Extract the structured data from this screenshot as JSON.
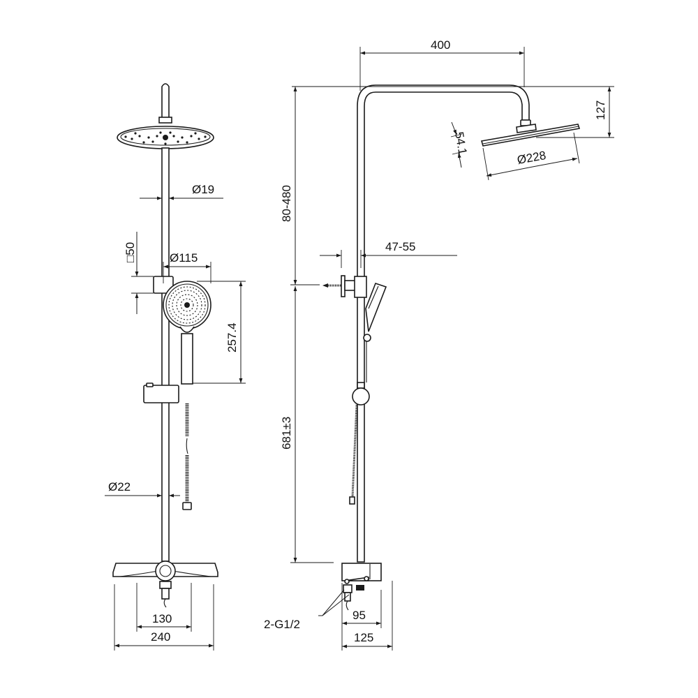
{
  "drawing": {
    "title": "Shower column dimensional drawing",
    "line_color": "#1a1a1a",
    "background": "#ffffff",
    "front_view": {
      "dimensions": {
        "riser_diameter_top": "Ø19",
        "holder_square": "□50",
        "hand_shower_diameter": "Ø115",
        "hand_shower_length": "257.4",
        "riser_diameter_bottom": "Ø22",
        "inlet_spacing": "130",
        "mixer_width": "240"
      }
    },
    "side_view": {
      "dimensions": {
        "arm_reach": "400",
        "head_drop": "127",
        "head_thickness": "54.1",
        "head_diameter": "Ø228",
        "height_adjust": "80-480",
        "wall_offset": "47-55",
        "bracket_height": "681±3",
        "inlet_thread": "2-G1/2",
        "inlet_depth": "95",
        "mixer_depth": "125"
      }
    }
  }
}
